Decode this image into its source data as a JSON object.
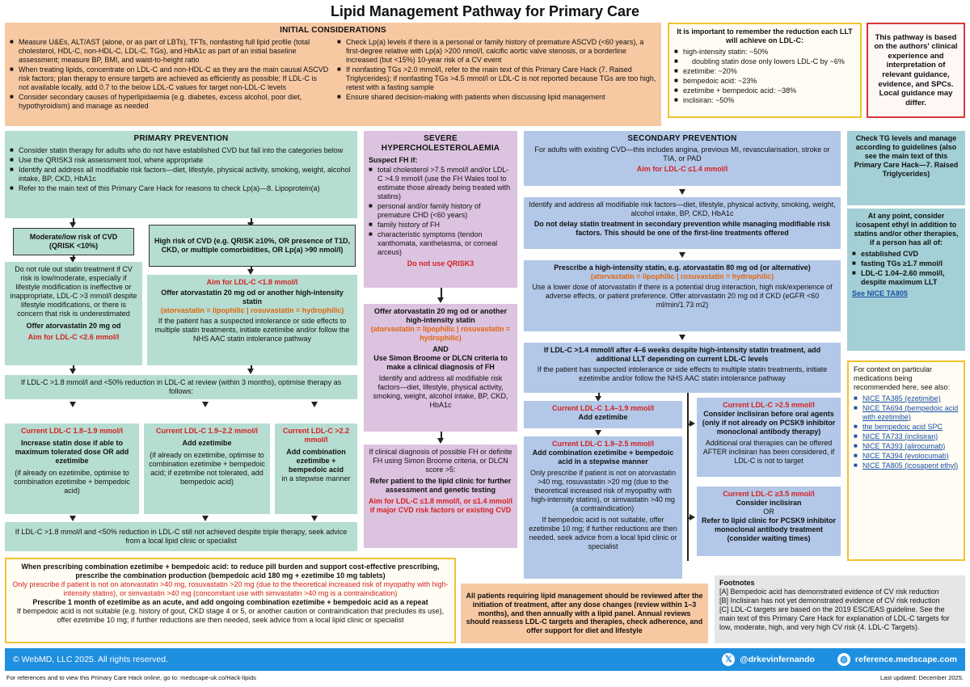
{
  "title": "Lipid Management Pathway for Primary Care",
  "initial": {
    "heading": "INITIAL CONSIDERATIONS",
    "left_items": [
      "Measure U&Es, ALT/AST (alone, or as part of LBTs), TFTs, nonfasting full lipid profile (total cholesterol, HDL-C, non-HDL-C, LDL-C, TGs), and HbA1c as part of an initial baseline assessment; measure BP, BMI, and waist-to-height ratio",
      "When treating lipids, concentrate on LDL-C and non-HDL-C as they are the main causal ASCVD risk factors; plan therapy to ensure targets are achieved as efficiently as possible; If LDL-C is not available locally, add 0.7 to the below LDL-C values for target non-LDL-C levels",
      "Consider secondary causes of hyperlipidaemia (e.g. diabetes, excess alcohol, poor diet, hypothyroidism) and manage as needed"
    ],
    "right_items": [
      "Check Lp(a) levels if there is a personal or family history of premature ASCVD (<60 years), a first-degree relative with Lp(a) >200 nmol/l, calcific aortic valve stenosis, or a borderline increased (but <15%) 10-year risk of a CV event",
      "If nonfasting TGs >2.0 mmol/l, refer to the main text of this Primary Care Hack (7. Raised Triglycerides); if nonfasting TGs >4.5 mmol/l or LDL-C is not reported because TGs are too high, retest with a fasting sample",
      "Ensure shared decision-making with patients when discussing lipid management"
    ]
  },
  "reduction": {
    "heading": "It is important to remember the reduction each LLT will achieve on LDL-C:",
    "items": [
      "high-intensity statin: ~50%",
      "doubling statin dose only lowers LDL-C by ~6%",
      "ezetimibe: ~20%",
      "bempedoic acid: ~23%",
      "ezetimibe + bempedoic acid: ~38%",
      "inclisiran: ~50%"
    ]
  },
  "disclaimer": "This pathway is based on the authors' clinical experience and interpretation of relevant guidance, evidence, and SPCs. Local guidance may differ.",
  "primary": {
    "heading": "PRIMARY PREVENTION",
    "items": [
      "Consider statin therapy for adults who do not have established CVD but fall into the categories below",
      "Use the QRISK3 risk assessment tool, where appropriate",
      "Identify and address all modifiable risk factors—diet, lifestyle, physical activity, smoking, weight, alcohol intake, BP, CKD, HbA1c",
      "Refer to the main text of this Primary Care Hack for reasons to check Lp(a)—8. Lipoprotein(a)"
    ],
    "low_heading": "Moderate/low risk of CVD (QRISK <10%)",
    "low_body": "Do not rule out statin treatment if CV risk is low/moderate, especially if lifestyle modification is ineffective or inappropriate, LDL-C >3 mmol/l despite lifestyle modifications, or there is concern that risk is underestimated",
    "low_offer": "Offer atorvastatin 20 mg od",
    "low_aim": "Aim for LDL-C <2.6 mmol/l",
    "high_heading": "High risk of CVD (e.g. QRISK ≥10%, OR presence of T1D, CKD, or multiple comorbidities, OR Lp(a) >90 nmol/l)",
    "high_aim": "Aim for LDL-C <1.8 mmol/l",
    "high_offer": "Offer atorvastatin 20 mg od or another high-intensity statin",
    "high_note": "(atorvastatin = lipophilic | rosuvastatin = hydrophilic)",
    "high_body": "If the patient has a suspected intolerance or side effects to multiple statin treatments, initiate ezetimibe and/or follow the NHS AAC statin intolerance pathway",
    "review": "If LDL-C >1.8 mmol/l and <50% reduction in LDL-C at review (within 3 months), optimise therapy as follows:",
    "c1_head": "Current LDL-C 1.8–1.9 mmol/l",
    "c1_action": "Increase statin dose if able to maximum tolerated dose OR add ezetimibe",
    "c1_note": "(if already on ezetimibe, optimise to combination ezetimibe + bempedoic acid)",
    "c2_head": "Current LDL-C 1.9–2.2 mmol/l",
    "c2_action": "Add ezetimibe",
    "c2_note": "(if already on ezetimibe, optimise to combination ezetimibe + bempedoic acid; if ezetimibe not tolerated, add bempedoic acid)",
    "c3_head": "Current LDL-C >2.2 mmol/l",
    "c3_action": "Add combination ezetimibe + bempedoic acid",
    "c3_note": "in a stepwise manner",
    "final": "If LDL-C >1.8 mmol/l and <50% reduction in LDL-C still not achieved despite triple therapy, seek advice from a local lipid clinic or specialist"
  },
  "fh": {
    "heading": "SEVERE HYPERCHOLESTEROLAEMIA",
    "suspect": "Suspect FH if:",
    "items": [
      "total cholesterol >7.5 mmol/l and/or LDL-C >4.9 mmol/l (use the FH Wales tool to estimate those already being treated with statins)",
      "personal and/or family history of premature CHD (<60 years)",
      "family history of FH",
      "characteristic symptoms (tendon xanthomata, xanthelasma, or corneal arceus)"
    ],
    "no_qrisk": "Do not use QRISK3",
    "offer": "Offer atorvastatin 20 mg od or another high-intensity statin",
    "offer_note": "(atorvastatin = lipophilic | rosuvastatin = hydrophilic)",
    "and": "AND",
    "criteria": "Use Simon Broome or DLCN criteria to make a clinical diagnosis of FH",
    "identify": "Identify and address all modifiable risk factors—diet, lifestyle, physical activity, smoking, weight, alcohol intake, BP, CKD, HbA1c",
    "diag": "If clinical diagnosis of possible FH or definite FH using Simon Broome criteria, or DLCN score >5:",
    "refer": "Refer patient to the lipid clinic for further assessment and genetic testing",
    "aim": "Aim for LDL-C ≤1.8 mmol/l, or ≤1.4 mmol/l if major CVD risk factors or existing CVD"
  },
  "secondary": {
    "heading": "SECONDARY PREVENTION",
    "intro": "For adults with existing CVD—this includes angina, previous MI, revascularisation, stroke or TIA, or PAD",
    "aim": "Aim for LDL-C ≤1.4 mmol/l",
    "identify": "Identify and address all modifiable risk factors—diet, lifestyle, physical activity, smoking, weight, alcohol intake, BP, CKD, HbA1c",
    "delay": "Do not delay statin treatment in secondary prevention while managing modifiable risk factors. This should be one of the first-line treatments offered",
    "prescribe": "Prescribe a high-intensity statin, e.g. atorvastatin 80 mg od (or alternative)",
    "prescribe_note": "(atorvastatin = lipophilic | rosuvastatin = hydrophilic)",
    "prescribe_body": "Use a lower dose of atorvastatin if there is a potential drug interaction, high risk/experience of adverse effects, or patient preference. Offer atorvastatin 20 mg od if CKD (eGFR <60 ml/min/1.73 m2)",
    "review": "If LDL-C >1.4 mmol/l after 4–6 weeks despite high-intensity statin treatment, add additional LLT depending on current LDL-C levels",
    "review_body": "If the patient has suspected intolerance or side effects to multiple statin treatments, initiate ezetimibe and/or follow the NHS AAC statin intolerance pathway",
    "s1_head": "Current LDL-C 1.4–1.9 mmol/l",
    "s1_action": "Add ezetimibe",
    "s2_head": "Current LDL-C 1.9–2.5 mmol/l",
    "s2_action": "Add combination ezetimibe + bempedoic acid in a stepwise manner",
    "s2_body": "Only prescribe if patient is not on atorvastatin >40 mg, rosuvastatin >20 mg (due to the theoretical increased risk of myopathy with high-intensity statins), or simvastatin >40 mg (a contraindication)",
    "s2_body2": "If bempedoic acid is not suitable, offer ezetimibe 10 mg; if further reductions are then needed, seek advice from a local lipid clinic or specialist",
    "s3_head": "Current LDL-C >2.5 mmol/l",
    "s3_action": "Consider inclisiran before oral agents (only if not already on PCSK9 inhibitor monoclonal antibody therapy)",
    "s3_body": "Additional oral therapies can be offered AFTER inclisiran has been considered, if LDL-C is not to target",
    "s4_head": "Current LDL-C ≥3.5 mmol/l",
    "s4_action": "Consider inclisiran",
    "s4_or": "OR",
    "s4_body": "Refer to lipid clinic for PCSK9 inhibitor monoclonal antibody treatment (consider waiting times)"
  },
  "tg": {
    "check": "Check TG levels and manage according to guidelines (also see the main text of this Primary Care Hack—7. Raised Triglycerides)",
    "icosapent": "At any point, consider icosapent ethyl in addition to statins and/or other therapies, if a person has all of:",
    "items": [
      "established CVD",
      "fasting TGs ≥1.7 mmol/l",
      "LDL-C 1.04–2.60 mmol/l, despite maximum LLT"
    ],
    "see": "See NICE TA805"
  },
  "meds": {
    "intro": "For context on particular medications being recommended here, see also:",
    "items": [
      "NICE TA385 (ezetimibe)",
      "NICE TA694 (bempedoic acid with ezetimibe)",
      "the bempedoic acid SPC",
      "NICE TA733 (inclisiran)",
      "NICE TA393 (alirocumab)",
      "NICE TA394 (evolocumab)",
      "NICE TA805 (icosapent ethyl)"
    ]
  },
  "combo": {
    "line1": "When prescribing combination ezetimibe + bempedoic acid: to reduce pill burden and support cost-effective prescribing, prescribe the combination production (bempedoic acid 180 mg + ezetimibe 10 mg tablets)",
    "line2": "Only prescribe if patient is not on atorvastatin >40 mg, rosuvastatin >20 mg (due to the theoretical increased risk of myopathy with high-intensity statins), or simvastatin >40 mg (concomitant use with simvastatin >40 mg is a contraindication)",
    "line3": "Prescribe 1 month of ezetimibe as an acute, and add ongoing combination ezetimibe + bempedoic acid as a repeat",
    "line4": "If bempedoic acid is not suitable (e.g. history of gout, CKD stage 4 or 5, or another caution or contraindication that precludes its use), offer ezetimibe 10 mg; if further reductions are then needed, seek advice from a local lipid clinic or specialist"
  },
  "review_all": "All patients requiring lipid management should be reviewed after the initiation of treatment, after any dose changes (review within 1–3 months), and then annually with a lipid panel. Annual reviews should reassess LDL-C targets and therapies, check adherence, and offer support for diet and lifestyle",
  "footnotes": {
    "heading": "Footnotes",
    "items": [
      "[A] Bempedoic acid has demonstrated evidence of CV risk reduction",
      "[B] Inclisiran has not yet demonstrated evidence of CV risk reduction",
      "[C] LDL-C targets are based on the 2019 ESC/EAS guideline. See the main text of this Primary Care Hack for explanation of LDL-C targets for low, moderate, high, and very high CV risk (4. LDL-C Targets)."
    ]
  },
  "footer": {
    "copyright": "© WebMD, LLC 2025. All rights reserved.",
    "handle": "@drkevinfernando",
    "site": "reference.medscape.com",
    "refs": "For references and to view this Primary Care Hack online, go to: medscape-uk.co/Hack-lipids",
    "updated": "Last updated: December 2025."
  },
  "colors": {
    "peach": "#f7c9a3",
    "green": "#b6ddd2",
    "lilac": "#dcc3df",
    "blue": "#b3c8e8",
    "teal": "#a3d0d6",
    "red": "#d32323",
    "orange": "#e0660f",
    "footer": "#1f8fe0"
  }
}
